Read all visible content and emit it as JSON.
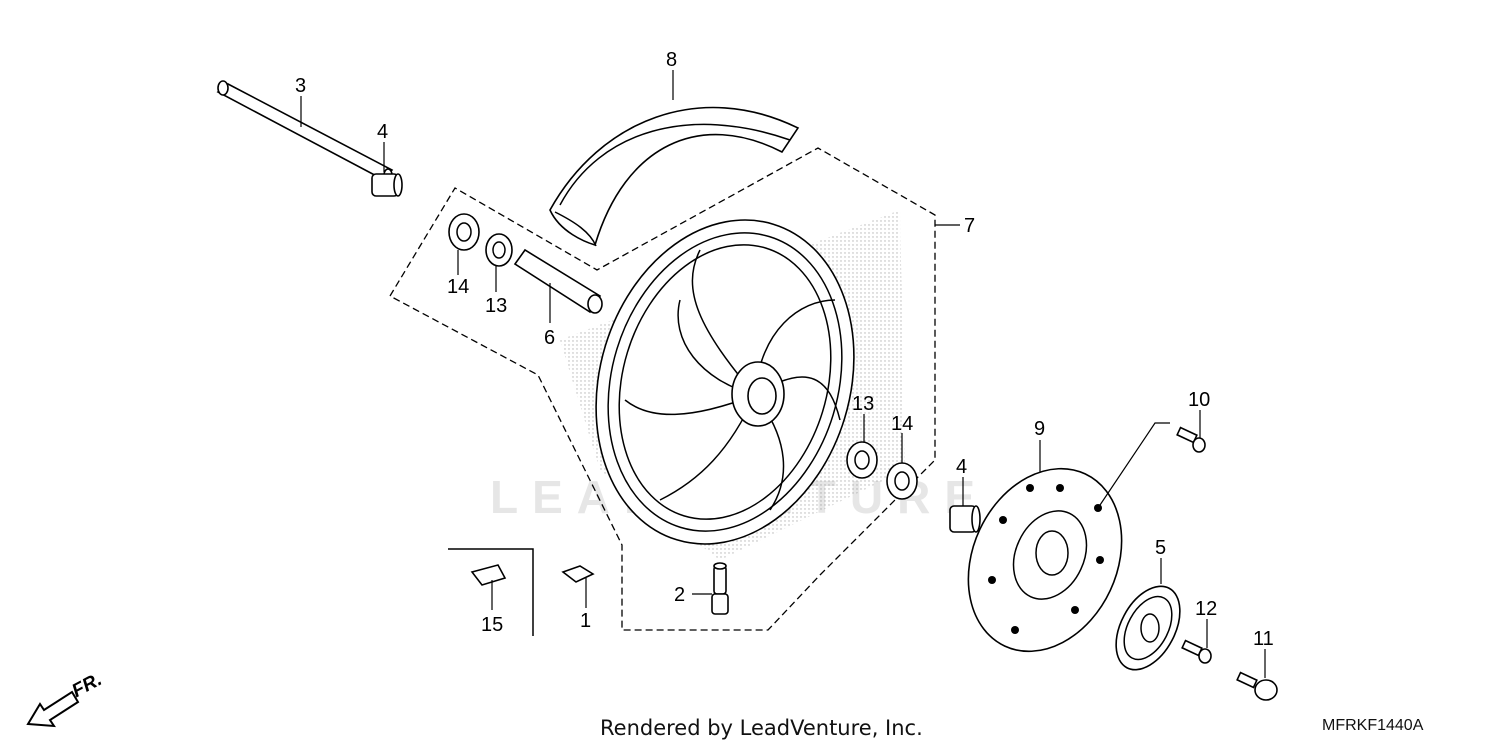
{
  "diagram": {
    "callouts": [
      {
        "id": "c8",
        "text": "8"
      },
      {
        "id": "c3",
        "text": "3"
      },
      {
        "id": "c4a",
        "text": "4"
      },
      {
        "id": "c7",
        "text": "7"
      },
      {
        "id": "c14a",
        "text": "14"
      },
      {
        "id": "c13a",
        "text": "13"
      },
      {
        "id": "c6",
        "text": "6"
      },
      {
        "id": "c13b",
        "text": "13"
      },
      {
        "id": "c14b",
        "text": "14"
      },
      {
        "id": "c4b",
        "text": "4"
      },
      {
        "id": "c9",
        "text": "9"
      },
      {
        "id": "c10",
        "text": "10"
      },
      {
        "id": "c5",
        "text": "5"
      },
      {
        "id": "c12",
        "text": "12"
      },
      {
        "id": "c11",
        "text": "11"
      },
      {
        "id": "c2",
        "text": "2"
      },
      {
        "id": "c15",
        "text": "15"
      },
      {
        "id": "c1",
        "text": "1"
      }
    ],
    "watermark": "LEADVENTURE",
    "direction_marker": "FR.",
    "footer_text": "Rendered by LeadVenture, Inc.",
    "diagram_code": "MFRKF1440A"
  }
}
